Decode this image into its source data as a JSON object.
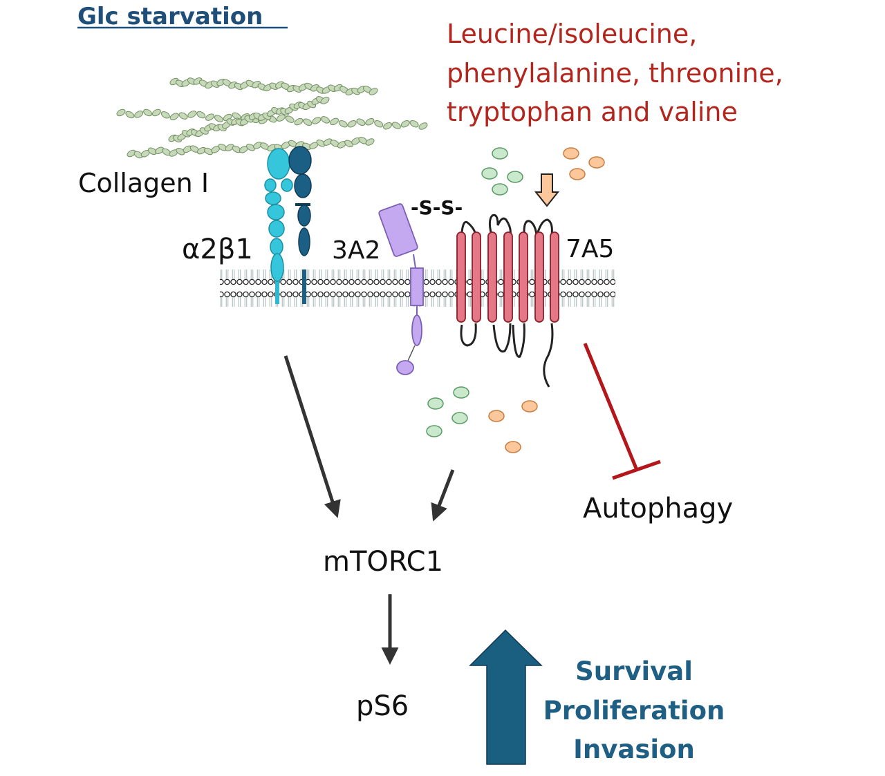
{
  "title": "Glc starvation",
  "amino_acids": [
    "Leucine/isoleucine,",
    "phenylalanine, threonine,",
    "tryptophan and valine"
  ],
  "ligand": "Collagen I",
  "receptors": {
    "integrin": "α2β1",
    "heavy_chain": "3A2",
    "light_chain": "7A5",
    "disulfide": "-S-S-"
  },
  "nodes": {
    "mtorc1": "mTORC1",
    "ps6": "pS6",
    "autophagy": "Autophagy"
  },
  "outcomes": [
    "Survival",
    "Proliferation",
    "Invasion"
  ],
  "colors": {
    "title": "#1f4e79",
    "amino_acid_text": "#b3261e",
    "outcome_text": "#1f5f84",
    "big_arrow": "#1a5e80",
    "inhibition": "#b3161b",
    "integrin_alpha": "#35c6dc",
    "integrin_beta": "#1c5f85",
    "heavy_chain": "#c4a8f0",
    "transporter": "#e57887",
    "green_aa": "#c9e8cc",
    "orange_aa": "#fdc79c",
    "collagen": "#c8d9bb"
  }
}
